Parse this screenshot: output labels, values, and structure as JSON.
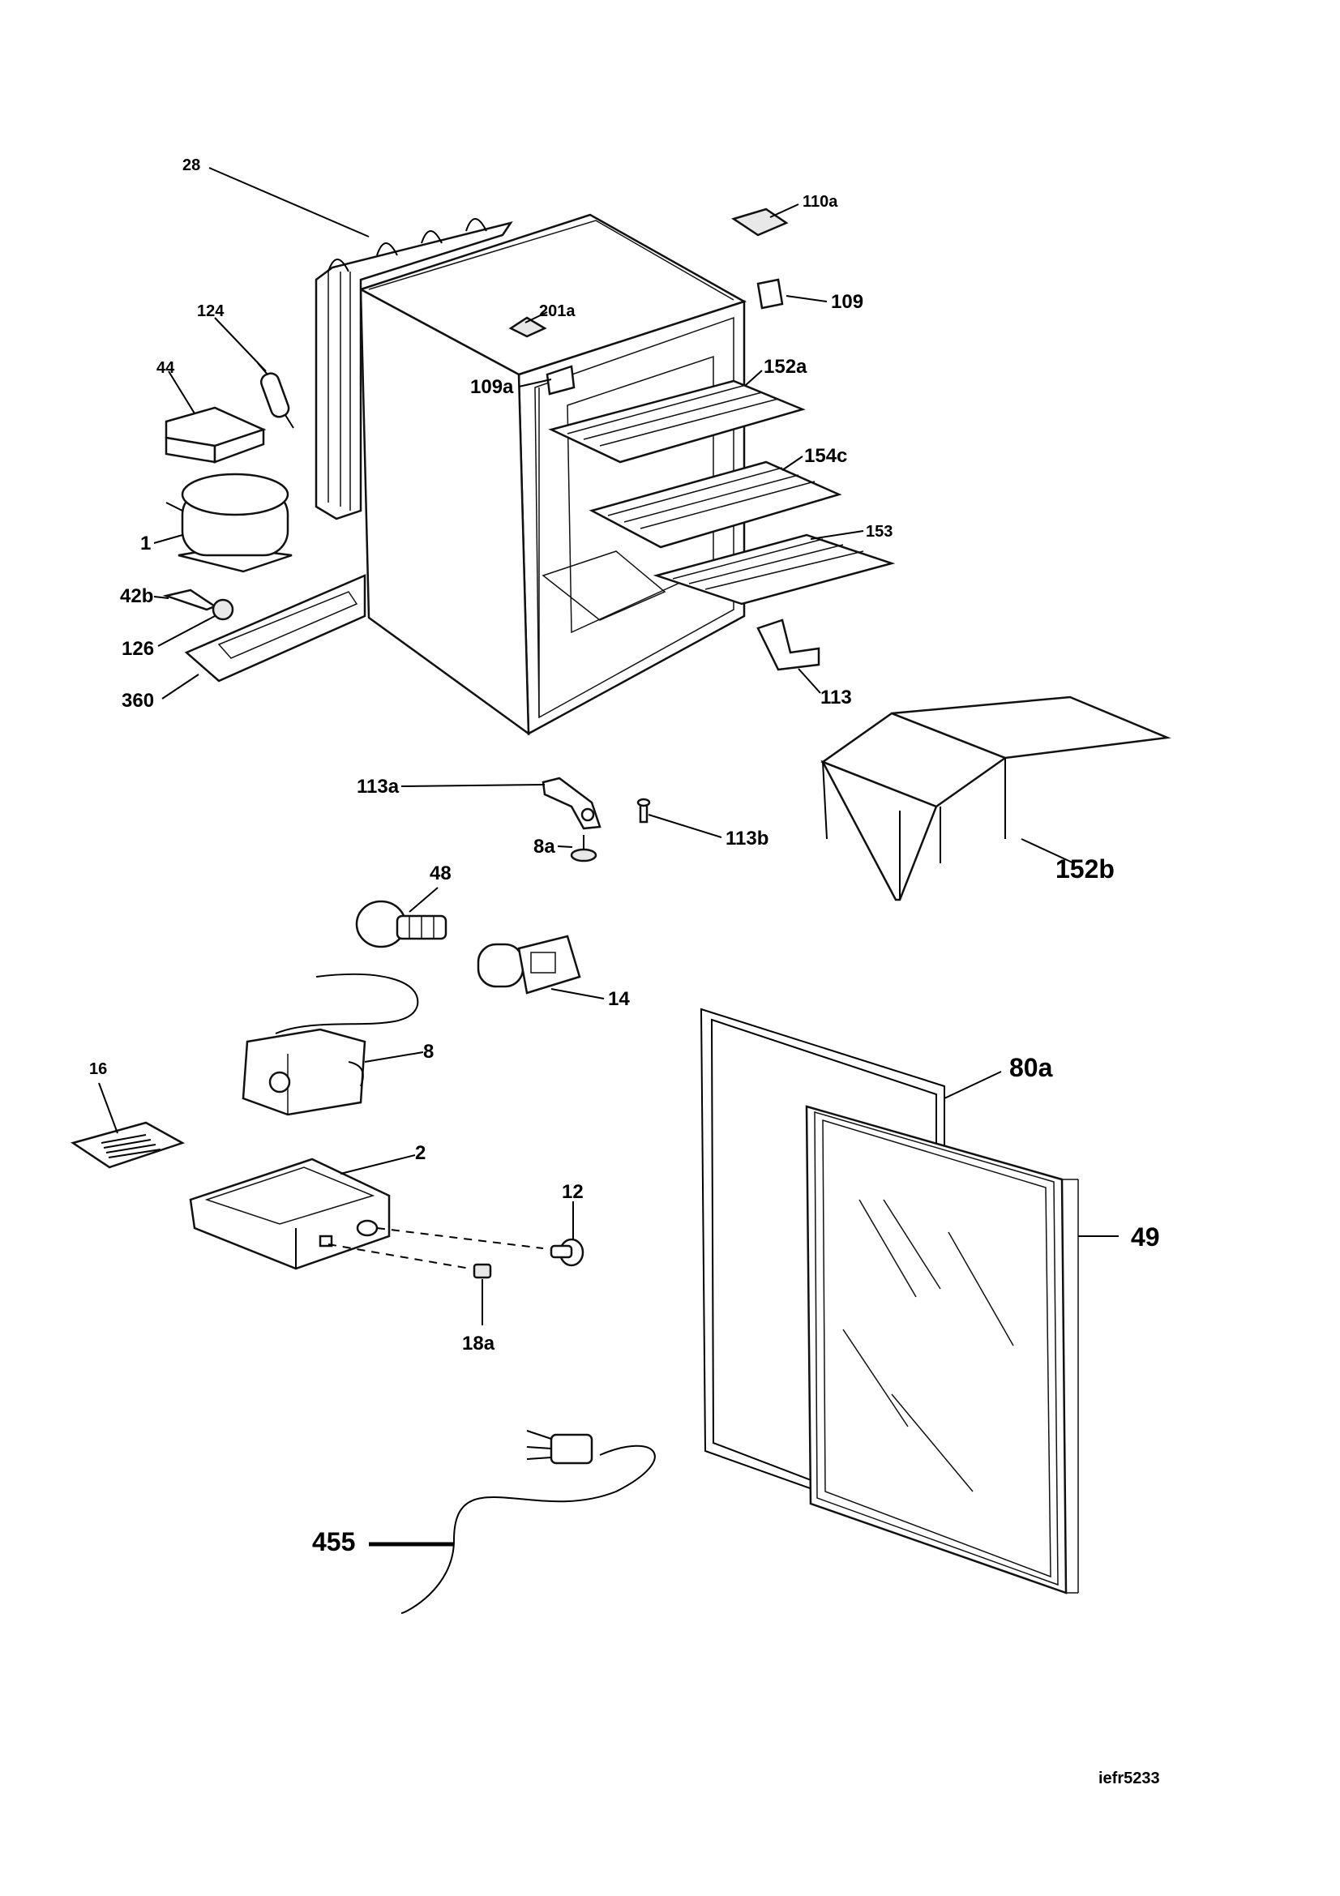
{
  "diagram": {
    "document_code": "iefr5233",
    "parts": [
      {
        "id": "28",
        "label": "28"
      },
      {
        "id": "110a",
        "label": "110a"
      },
      {
        "id": "109",
        "label": "109"
      },
      {
        "id": "124",
        "label": "124"
      },
      {
        "id": "201a",
        "label": "201a"
      },
      {
        "id": "44",
        "label": "44"
      },
      {
        "id": "109a",
        "label": "109a"
      },
      {
        "id": "152a",
        "label": "152a"
      },
      {
        "id": "154c",
        "label": "154c"
      },
      {
        "id": "1",
        "label": "1"
      },
      {
        "id": "153",
        "label": "153"
      },
      {
        "id": "42b",
        "label": "42b"
      },
      {
        "id": "126",
        "label": "126"
      },
      {
        "id": "360",
        "label": "360"
      },
      {
        "id": "113",
        "label": "113"
      },
      {
        "id": "113a",
        "label": "113a"
      },
      {
        "id": "8a",
        "label": "8a"
      },
      {
        "id": "113b",
        "label": "113b"
      },
      {
        "id": "152b",
        "label": "152b"
      },
      {
        "id": "48",
        "label": "48"
      },
      {
        "id": "14",
        "label": "14"
      },
      {
        "id": "8",
        "label": "8"
      },
      {
        "id": "16",
        "label": "16"
      },
      {
        "id": "80a",
        "label": "80a"
      },
      {
        "id": "2",
        "label": "2"
      },
      {
        "id": "12",
        "label": "12"
      },
      {
        "id": "49",
        "label": "49"
      },
      {
        "id": "18a",
        "label": "18a"
      },
      {
        "id": "455",
        "label": "455"
      }
    ]
  }
}
